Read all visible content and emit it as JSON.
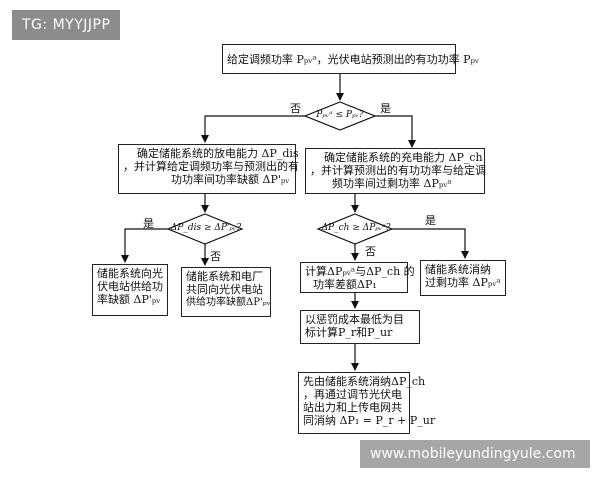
{
  "watermark_top": "TG: MYYJJPP",
  "watermark_bottom": "www.mobileyundingyule.com",
  "nodes": {
    "start": "给定调频功率 Pₚᵥᵃ，光伏电站预测出的有功功率 Pₚᵥ",
    "decision1": "Pₚᵥᵃ ≤ Pₚᵥ?",
    "discharge": [
      "确定储能系统的放电能力 ΔP_dis",
      "，并计算给定调频功率与预测出的有",
      "功功率间功率缺额 ΔP'ₚᵥ"
    ],
    "charge": [
      "确定储能系统的充电能力 ΔP_ch",
      "，并计算预测出的有功功率与给定调",
      "频功率间过剩功率 ΔPₚᵥᵃ"
    ],
    "decision2": "ΔP_dis ≥ ΔP'ₚᵥ?",
    "decision3": "ΔP_ch ≥ ΔPₚᵥᵃ?",
    "storage_supply": [
      "储能系统向光",
      "伏电站供给功",
      "率缺额 ΔP'ₚᵥ"
    ],
    "joint_supply": [
      "储能系统和电厂",
      "共同向光伏电站",
      "供给功率缺额ΔP'ₚᵥ"
    ],
    "diff_calc": [
      "计算ΔPₚᵥᵃ与ΔP_ch 的",
      "功率差额ΔP₁"
    ],
    "absorb": [
      "储能系统消纳",
      "过剩功率 ΔPₚᵥᵃ"
    ],
    "optimize": [
      "以惩罚成本最低为目",
      "标计算P_r和P_ur"
    ],
    "final": [
      "先由储能系统消纳ΔP_ch",
      "，再通过调节光伏电",
      "站出力和上传电网共",
      "同消纳 ΔP₁ = P_r + P_ur"
    ]
  },
  "labels": {
    "d1_no": "否",
    "d1_yes": "是",
    "d2_yes": "是",
    "d2_no": "否",
    "d3_yes": "是",
    "d3_no": "否"
  }
}
